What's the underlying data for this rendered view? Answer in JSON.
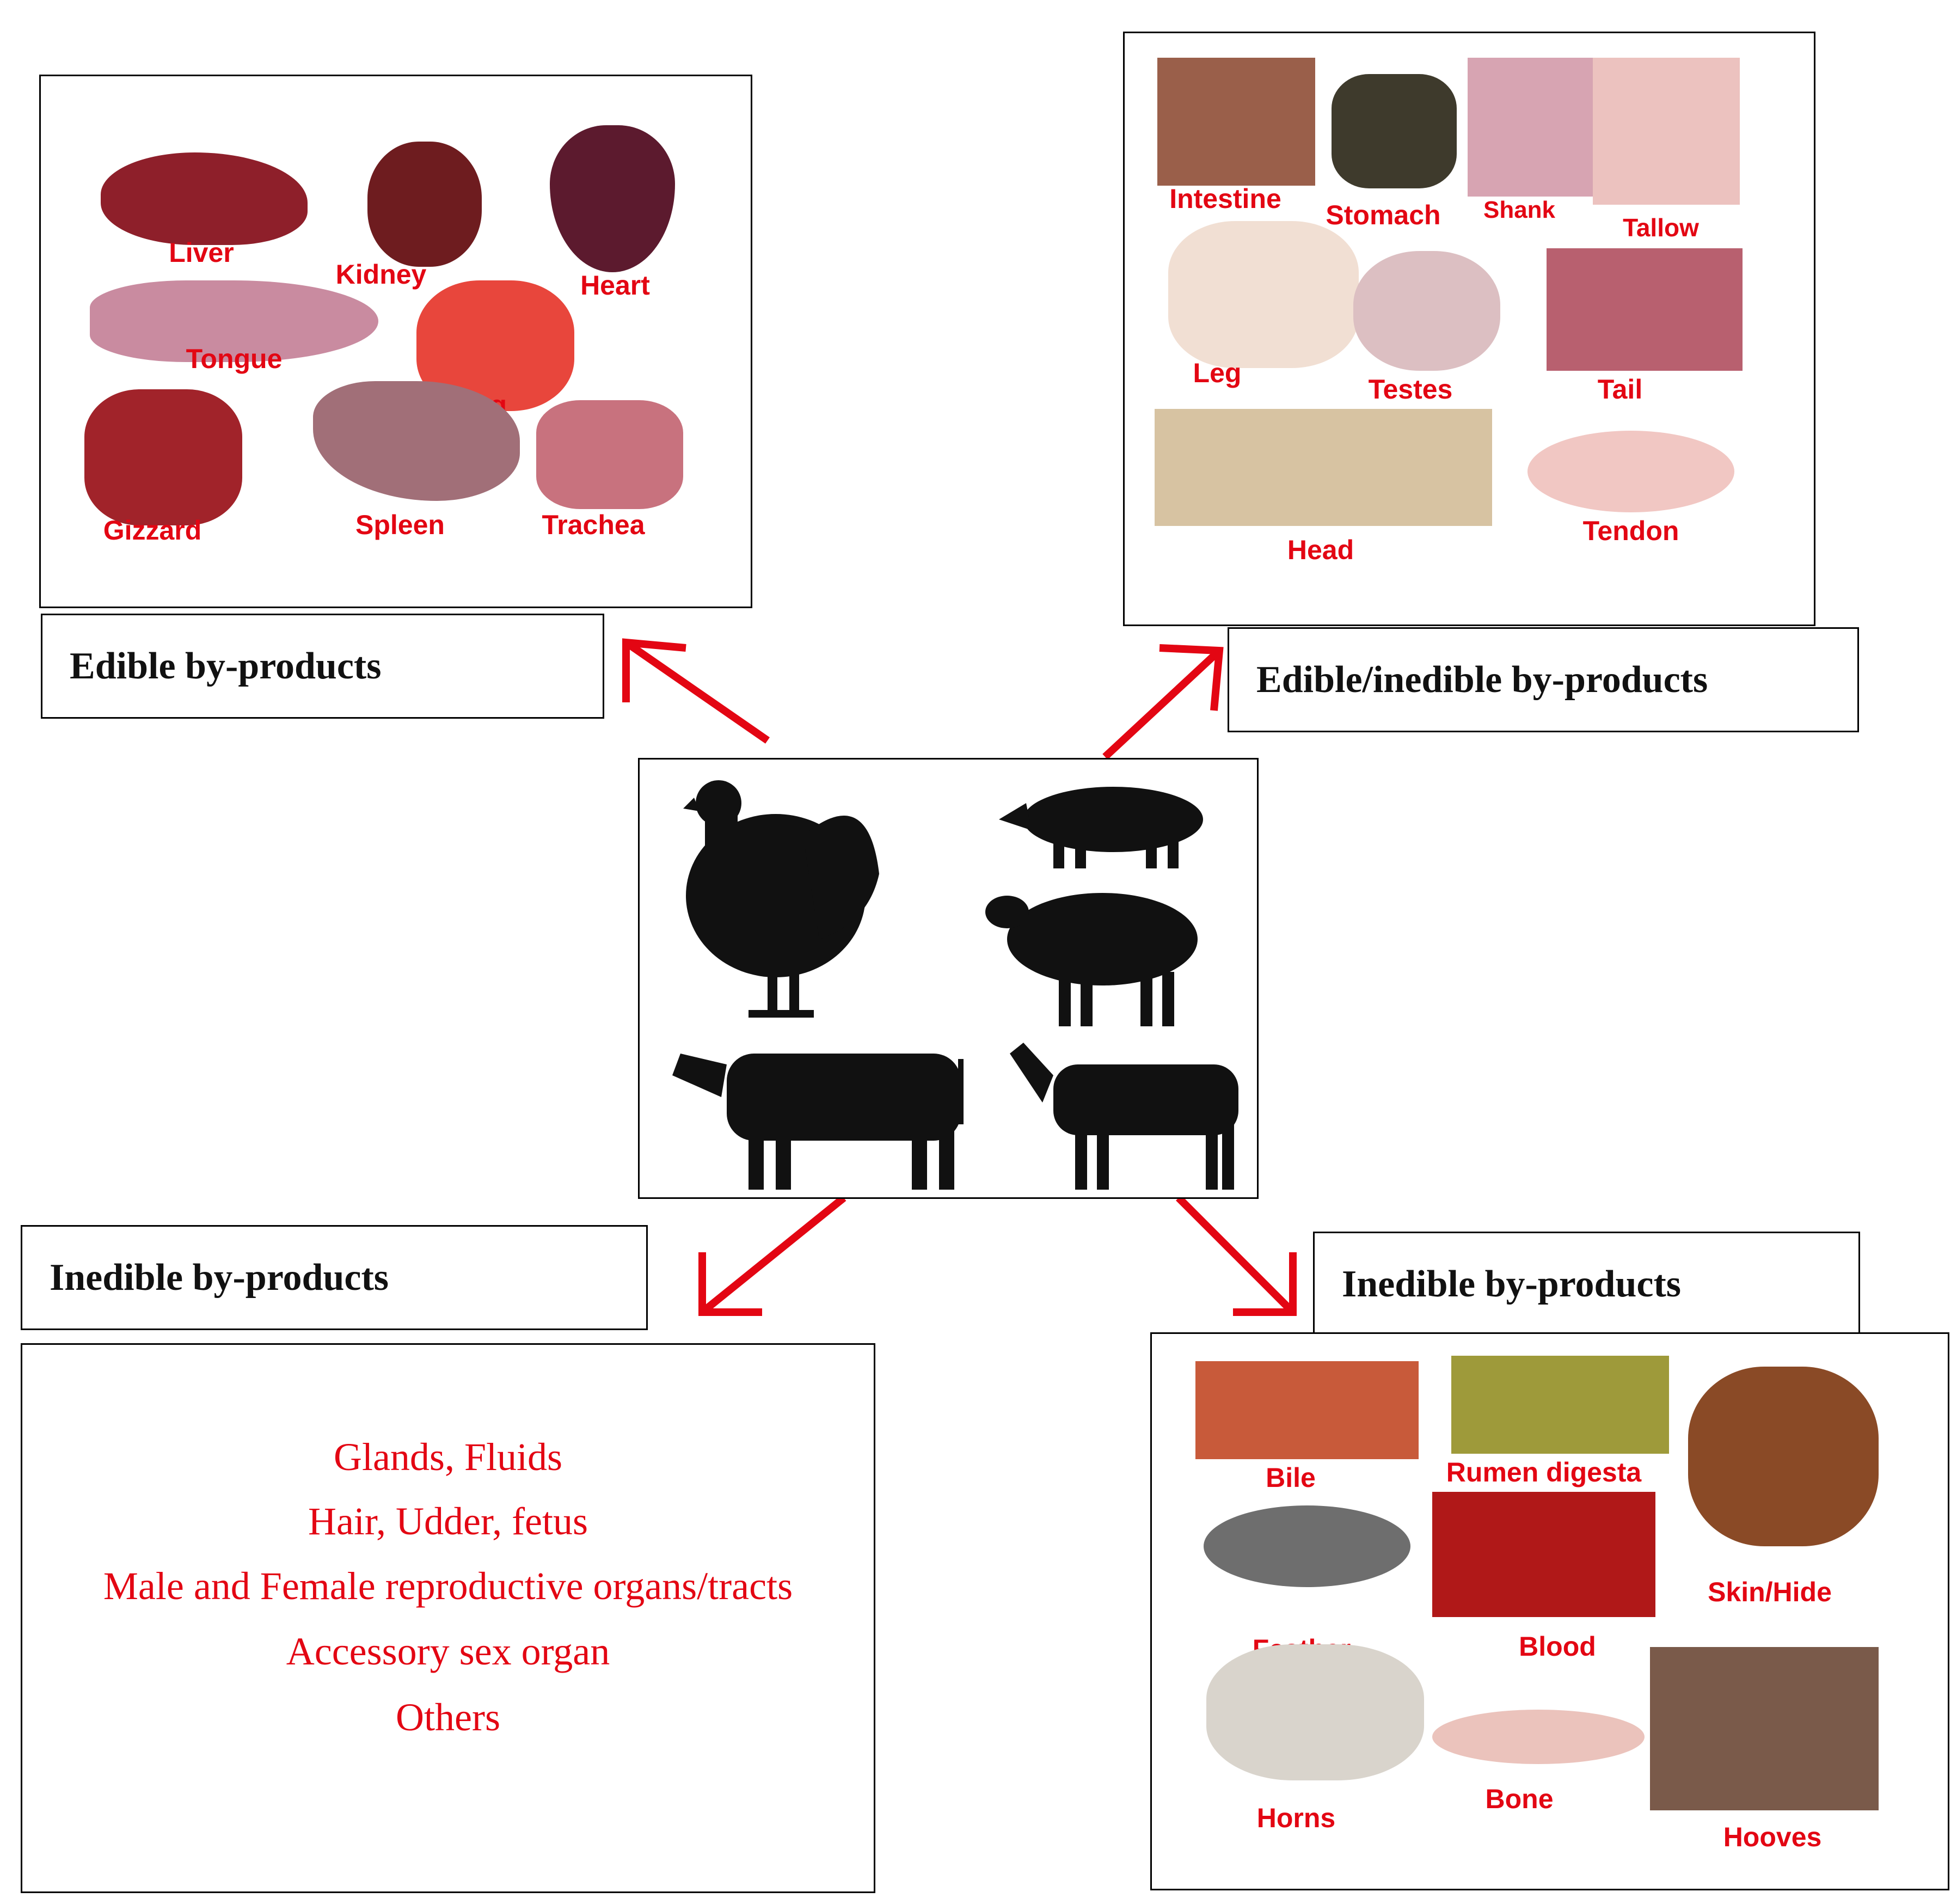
{
  "labels": {
    "edible": "Edible by-products",
    "edible_inedible": "Edible/inedible by-products",
    "inedible_left": "Inedible by-products",
    "inedible_right": "Inedible by-products"
  },
  "edible_items": [
    "Liver",
    "Kidney",
    "Heart",
    "Tongue",
    "Lung",
    "Gizzard",
    "Spleen",
    "Trachea"
  ],
  "edible_inedible_items": [
    "Intestine",
    "Stomach",
    "Shank",
    "Tallow",
    "Leg",
    "Testes",
    "Tail",
    "Head",
    "Tendon"
  ],
  "inedible_list": [
    "Glands, Fluids",
    "Hair, Udder, fetus",
    "Male and Female reproductive organs/tracts",
    "Accessory sex organ",
    "Others"
  ],
  "inedible_items": [
    "Bile",
    "Rumen digesta",
    "Feather",
    "Blood",
    "Skin/Hide",
    "Horns",
    "Bone",
    "Hooves"
  ],
  "colors": {
    "arrow": "#e30613",
    "label_text": "#e30613",
    "silhouette": "#111111"
  },
  "icons": [
    "chicken-icon",
    "pig-icon",
    "sheep-icon",
    "cow-icon",
    "goat-icon"
  ]
}
